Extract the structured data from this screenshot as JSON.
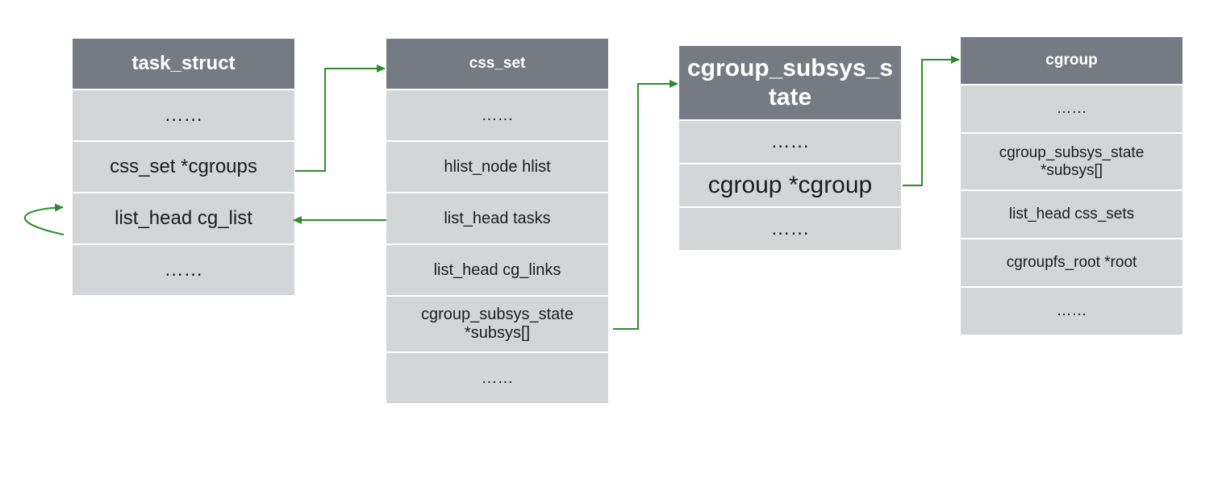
{
  "structs": {
    "task_struct": {
      "title": "task_struct",
      "fields": [
        "……",
        "css_set *cgroups",
        "list_head cg_list",
        "……"
      ]
    },
    "css_set": {
      "title": "css_set",
      "fields": [
        "……",
        "hlist_node hlist",
        "list_head tasks",
        "list_head cg_links",
        "cgroup_subsys_state *subsys[]",
        "……"
      ]
    },
    "cgroup_subsys_state": {
      "title": "cgroup_subsys_state",
      "fields": [
        "……",
        "cgroup *cgroup",
        "……"
      ]
    },
    "cgroup": {
      "title": "cgroup",
      "fields": [
        "……",
        "cgroup_subsys_state *subsys[]",
        "list_head css_sets",
        "cgroupfs_root *root",
        "……"
      ]
    }
  },
  "colors": {
    "header_bg": "#767b83",
    "field_bg": "#d4d5d7",
    "arrow": "#2e8b2e"
  }
}
